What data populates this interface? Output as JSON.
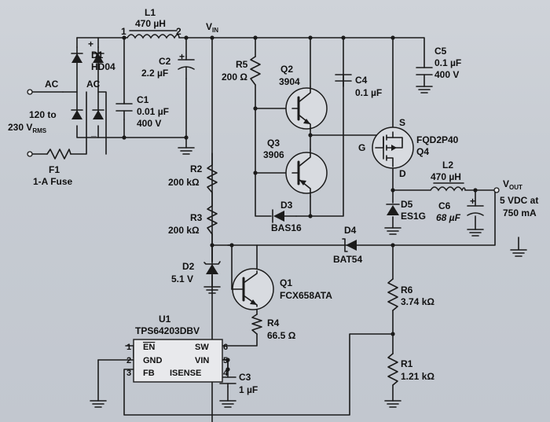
{
  "schematic": {
    "net_vin": {
      "main": "V",
      "sub": "IN"
    },
    "input": {
      "ac_left": "AC",
      "ac_right": "AC",
      "voltage_line1": "120 to",
      "voltage_line2_main": "230 V",
      "voltage_line2_sub": "RMS",
      "plus": "+",
      "minus": "_"
    },
    "f1": {
      "ref": "F1",
      "value": "1-A Fuse"
    },
    "d1": {
      "ref": "D1",
      "value": "HD04"
    },
    "l1": {
      "ref": "L1",
      "value": "470 µH",
      "pin1": "1",
      "pin2": "2"
    },
    "c1": {
      "ref": "C1",
      "value": "0.01 µF",
      "rating": "400 V"
    },
    "c2": {
      "ref": "C2",
      "value": "2.2 µF",
      "plus": "+"
    },
    "r2": {
      "ref": "R2",
      "value": "200 kΩ"
    },
    "r3": {
      "ref": "R3",
      "value": "200 kΩ"
    },
    "d2": {
      "ref": "D2",
      "value": "5.1 V"
    },
    "r5": {
      "ref": "R5",
      "value": "200 Ω"
    },
    "q2": {
      "ref": "Q2",
      "value": "3904"
    },
    "q3": {
      "ref": "Q3",
      "value": "3906"
    },
    "d3": {
      "ref": "D3",
      "value": "BAS16"
    },
    "c4": {
      "ref": "C4",
      "value": "0.1 µF"
    },
    "c5": {
      "ref": "C5",
      "value": "0.1 µF",
      "rating": "400 V"
    },
    "q4": {
      "ref": "Q4",
      "value": "FQD2P40",
      "pin_s": "S",
      "pin_g": "G",
      "pin_d": "D"
    },
    "l2": {
      "ref": "L2",
      "value": "470 µH"
    },
    "c6": {
      "ref": "C6",
      "value": "68 µF",
      "plus": "+"
    },
    "d5": {
      "ref": "D5",
      "value": "ES1G"
    },
    "d4": {
      "ref": "D4",
      "value": "BAT54"
    },
    "vout": {
      "main": "V",
      "sub": "OUT",
      "line2": "5 VDC at",
      "line3": "750 mA"
    },
    "q1": {
      "ref": "Q1",
      "value": "FCX658ATA"
    },
    "r4": {
      "ref": "R4",
      "value": "66.5 Ω"
    },
    "r6": {
      "ref": "R6",
      "value": "3.74 kΩ"
    },
    "r1": {
      "ref": "R1",
      "value": "1.21 kΩ"
    },
    "c3": {
      "ref": "C3",
      "value": "1 µF"
    },
    "u1": {
      "ref": "U1",
      "value": "TPS64203DBV",
      "pins": [
        {
          "num": "1",
          "name": "EN"
        },
        {
          "num": "2",
          "name": "GND"
        },
        {
          "num": "3",
          "name": "FB"
        },
        {
          "num": "6",
          "name": "SW"
        },
        {
          "num": "5",
          "name": "VIN"
        },
        {
          "num": "4",
          "name": "ISENSE"
        }
      ]
    }
  }
}
